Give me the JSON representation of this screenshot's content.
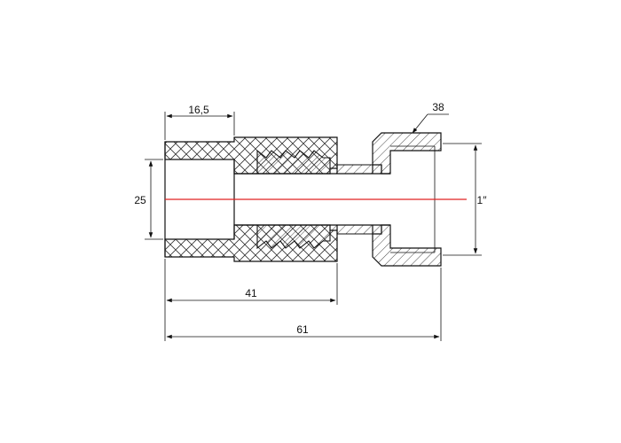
{
  "dimensions": {
    "socket_length": "16,5",
    "pipe_diameter": "25",
    "body_length": "41",
    "overall_length": "61",
    "nut_size": "38",
    "thread_size": "1″"
  },
  "colors": {
    "outline": "#111111",
    "hatch": "#333333",
    "axis": "#e02020",
    "background": "#ffffff"
  }
}
